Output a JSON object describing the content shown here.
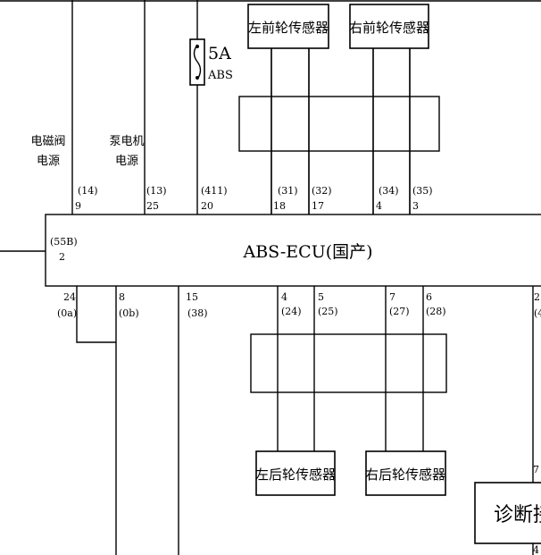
{
  "ecu": {
    "label": "ABS-ECU(国产)"
  },
  "fuse": {
    "rating": "5A",
    "label": "ABS"
  },
  "power_labels": {
    "solenoid_line1": "电磁阀",
    "solenoid_line2": "电源",
    "pump_line1": "泵电机",
    "pump_line2": "电源"
  },
  "sensors": {
    "front_left": "左前轮传感器",
    "front_right": "右前轮传感器",
    "rear_left": "左后轮传感器",
    "rear_right": "右后轮传感器"
  },
  "diagnostic": {
    "label": "诊断接"
  },
  "wires_top": [
    {
      "code": "(14)",
      "pin": "9"
    },
    {
      "code": "(13)",
      "pin": "25"
    },
    {
      "code": "(411)",
      "pin": "20"
    },
    {
      "code": "(31)",
      "pin": "18"
    },
    {
      "code": "(32)",
      "pin": "17"
    },
    {
      "code": "(34)",
      "pin": "4"
    },
    {
      "code": "(35)",
      "pin": "3"
    }
  ],
  "wire_left": {
    "code": "(55B)",
    "pin": "2"
  },
  "wires_bottom": [
    {
      "pin": "24",
      "code": "(0a)"
    },
    {
      "pin": "8",
      "code": "(0b)"
    },
    {
      "pin": "15",
      "code": "(38)"
    },
    {
      "pin": "4",
      "code": "(24)"
    },
    {
      "pin": "5",
      "code": "(25)"
    },
    {
      "pin": "7",
      "code": "(27)"
    },
    {
      "pin": "6",
      "code": "(28)"
    },
    {
      "pin": "2",
      "code": "(4"
    }
  ],
  "diag_pins": {
    "top": "7",
    "bottom": "4"
  }
}
